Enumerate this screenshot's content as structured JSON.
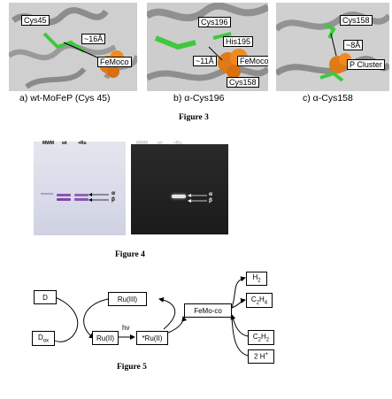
{
  "figure3": {
    "title": "Figure 3",
    "panels": [
      {
        "caption": "a) wt-MoFeP (Cys 45)",
        "labels": [
          "Cys45",
          "~16Å",
          "FeMoco"
        ]
      },
      {
        "caption": "b) α-Cys196",
        "labels": [
          "Cys196",
          "His195",
          "~11Å",
          "FeMoco",
          "Cys158"
        ]
      },
      {
        "caption": "c) α-Cys158",
        "labels": [
          "Cys158",
          "~8Å",
          "P Cluster"
        ]
      }
    ]
  },
  "figure4": {
    "title": "Figure 4",
    "lanes_left": [
      "MWM",
      "wt",
      "+Ru"
    ],
    "lanes_right": [
      "MWM",
      "wt",
      "+Ru"
    ],
    "band_alpha": "α",
    "band_beta": "β"
  },
  "figure5": {
    "title": "Figure 5",
    "D": "D",
    "Dox": "D",
    "Dox_sub": "ox",
    "RuIII": "Ru(III)",
    "RuII": "Ru(II)",
    "RuII_star": "*Ru(II)",
    "hv": "hν",
    "FeMoco": "FeMo-co",
    "H2_base": "H",
    "H2_sub": "2",
    "C2H4_c": "C",
    "C2H4_s1": "2",
    "C2H4_h": "H",
    "C2H4_s2": "4",
    "C2H2_c": "C",
    "C2H2_s1": "2",
    "C2H2_h": "H",
    "C2H2_s2": "2",
    "twoH_base": "2 H",
    "twoH_sup": "+"
  },
  "colors": {
    "ribbon": "#9e9e9e",
    "ligand": "#3ec83e",
    "cluster": "#e07a18",
    "gel_band": "#8a55b0",
    "gel_glow": "#e6e6e6"
  }
}
